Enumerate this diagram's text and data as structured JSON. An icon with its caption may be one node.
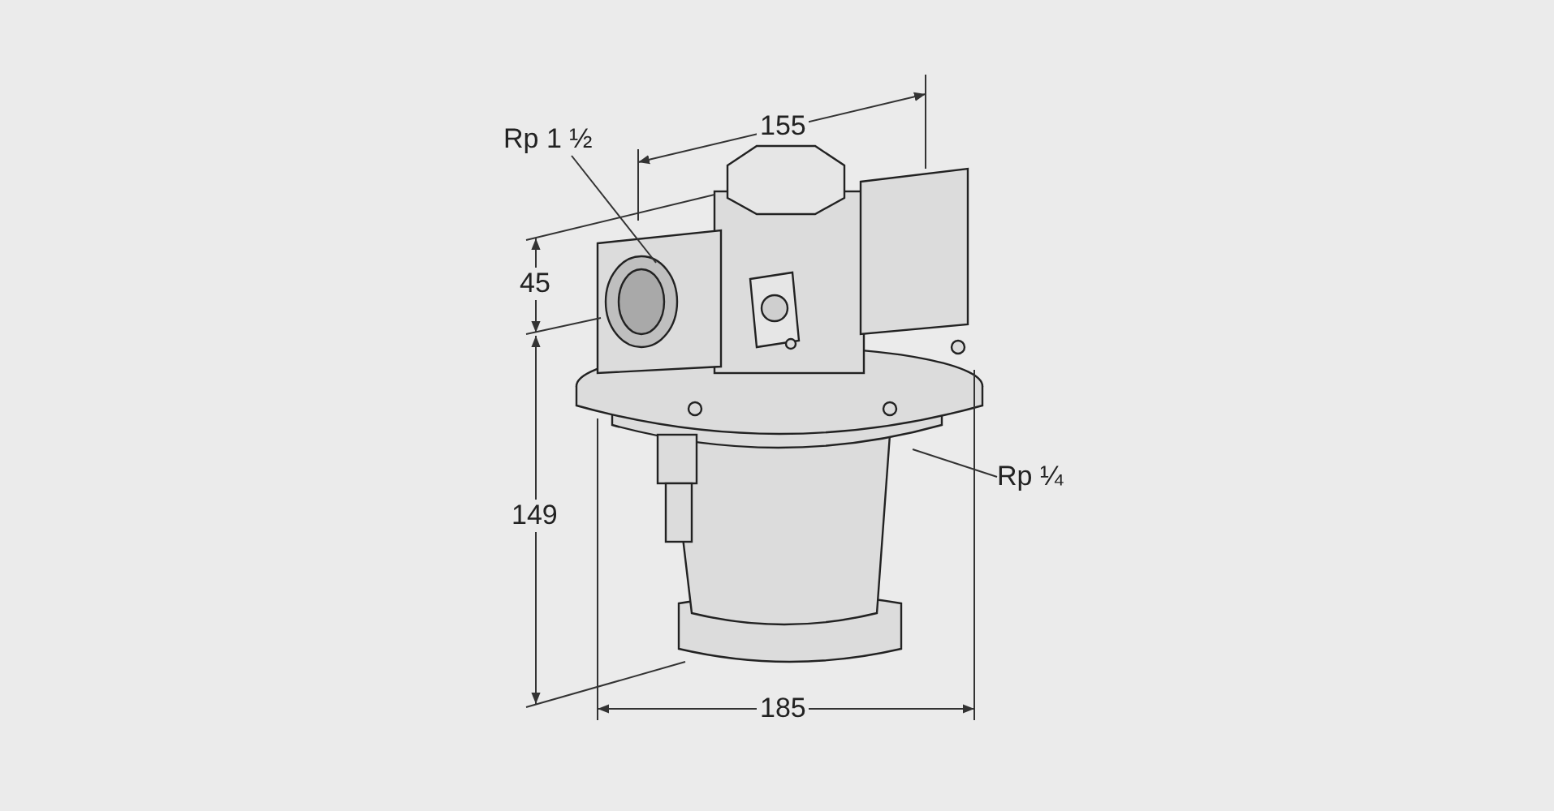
{
  "diagram": {
    "nodes": [
      {
        "text": [
          "Rp 1 ½"
        ]
      },
      {
        "text": [
          "Rp ¼"
        ]
      }
    ],
    "edges": [
      {
        "from": 0,
        "to": null,
        "arrow": "none"
      },
      {
        "from": 1,
        "to": null,
        "arrow": "none"
      }
    ],
    "labels": [
      "155",
      "45",
      "149",
      "185"
    ]
  }
}
